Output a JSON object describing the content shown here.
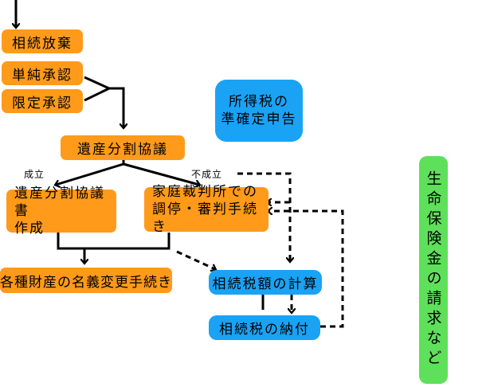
{
  "boxes": {
    "souzoku_houki": "相続放棄",
    "tanjun_shounin": "単純承認",
    "gentei_shounin": "限定承認",
    "shotokuzei_line1": "所得税の",
    "shotokuzei_line2": "準確定申告",
    "isan_bunkatsu": "遺産分割協議",
    "isan_sho_line1": "遺産分割協議書",
    "isan_sho_line2": "作成",
    "katei_line1": "家庭裁判所での",
    "katei_line2": "調停・審判手続き",
    "meigi_henkou": "各種財産の名義変更手続き",
    "zeigaku_keisan": "相続税額の計算",
    "zei_nofu": "相続税の納付",
    "seimei_hoken": "生命保険金の請求など"
  },
  "labels": {
    "seiritsu": "成立",
    "fuseiritsu": "不成立"
  },
  "colors": {
    "orange": "#ff9a1a",
    "blue": "#1aa3f5",
    "green": "#5fe05a",
    "line": "#000000"
  }
}
